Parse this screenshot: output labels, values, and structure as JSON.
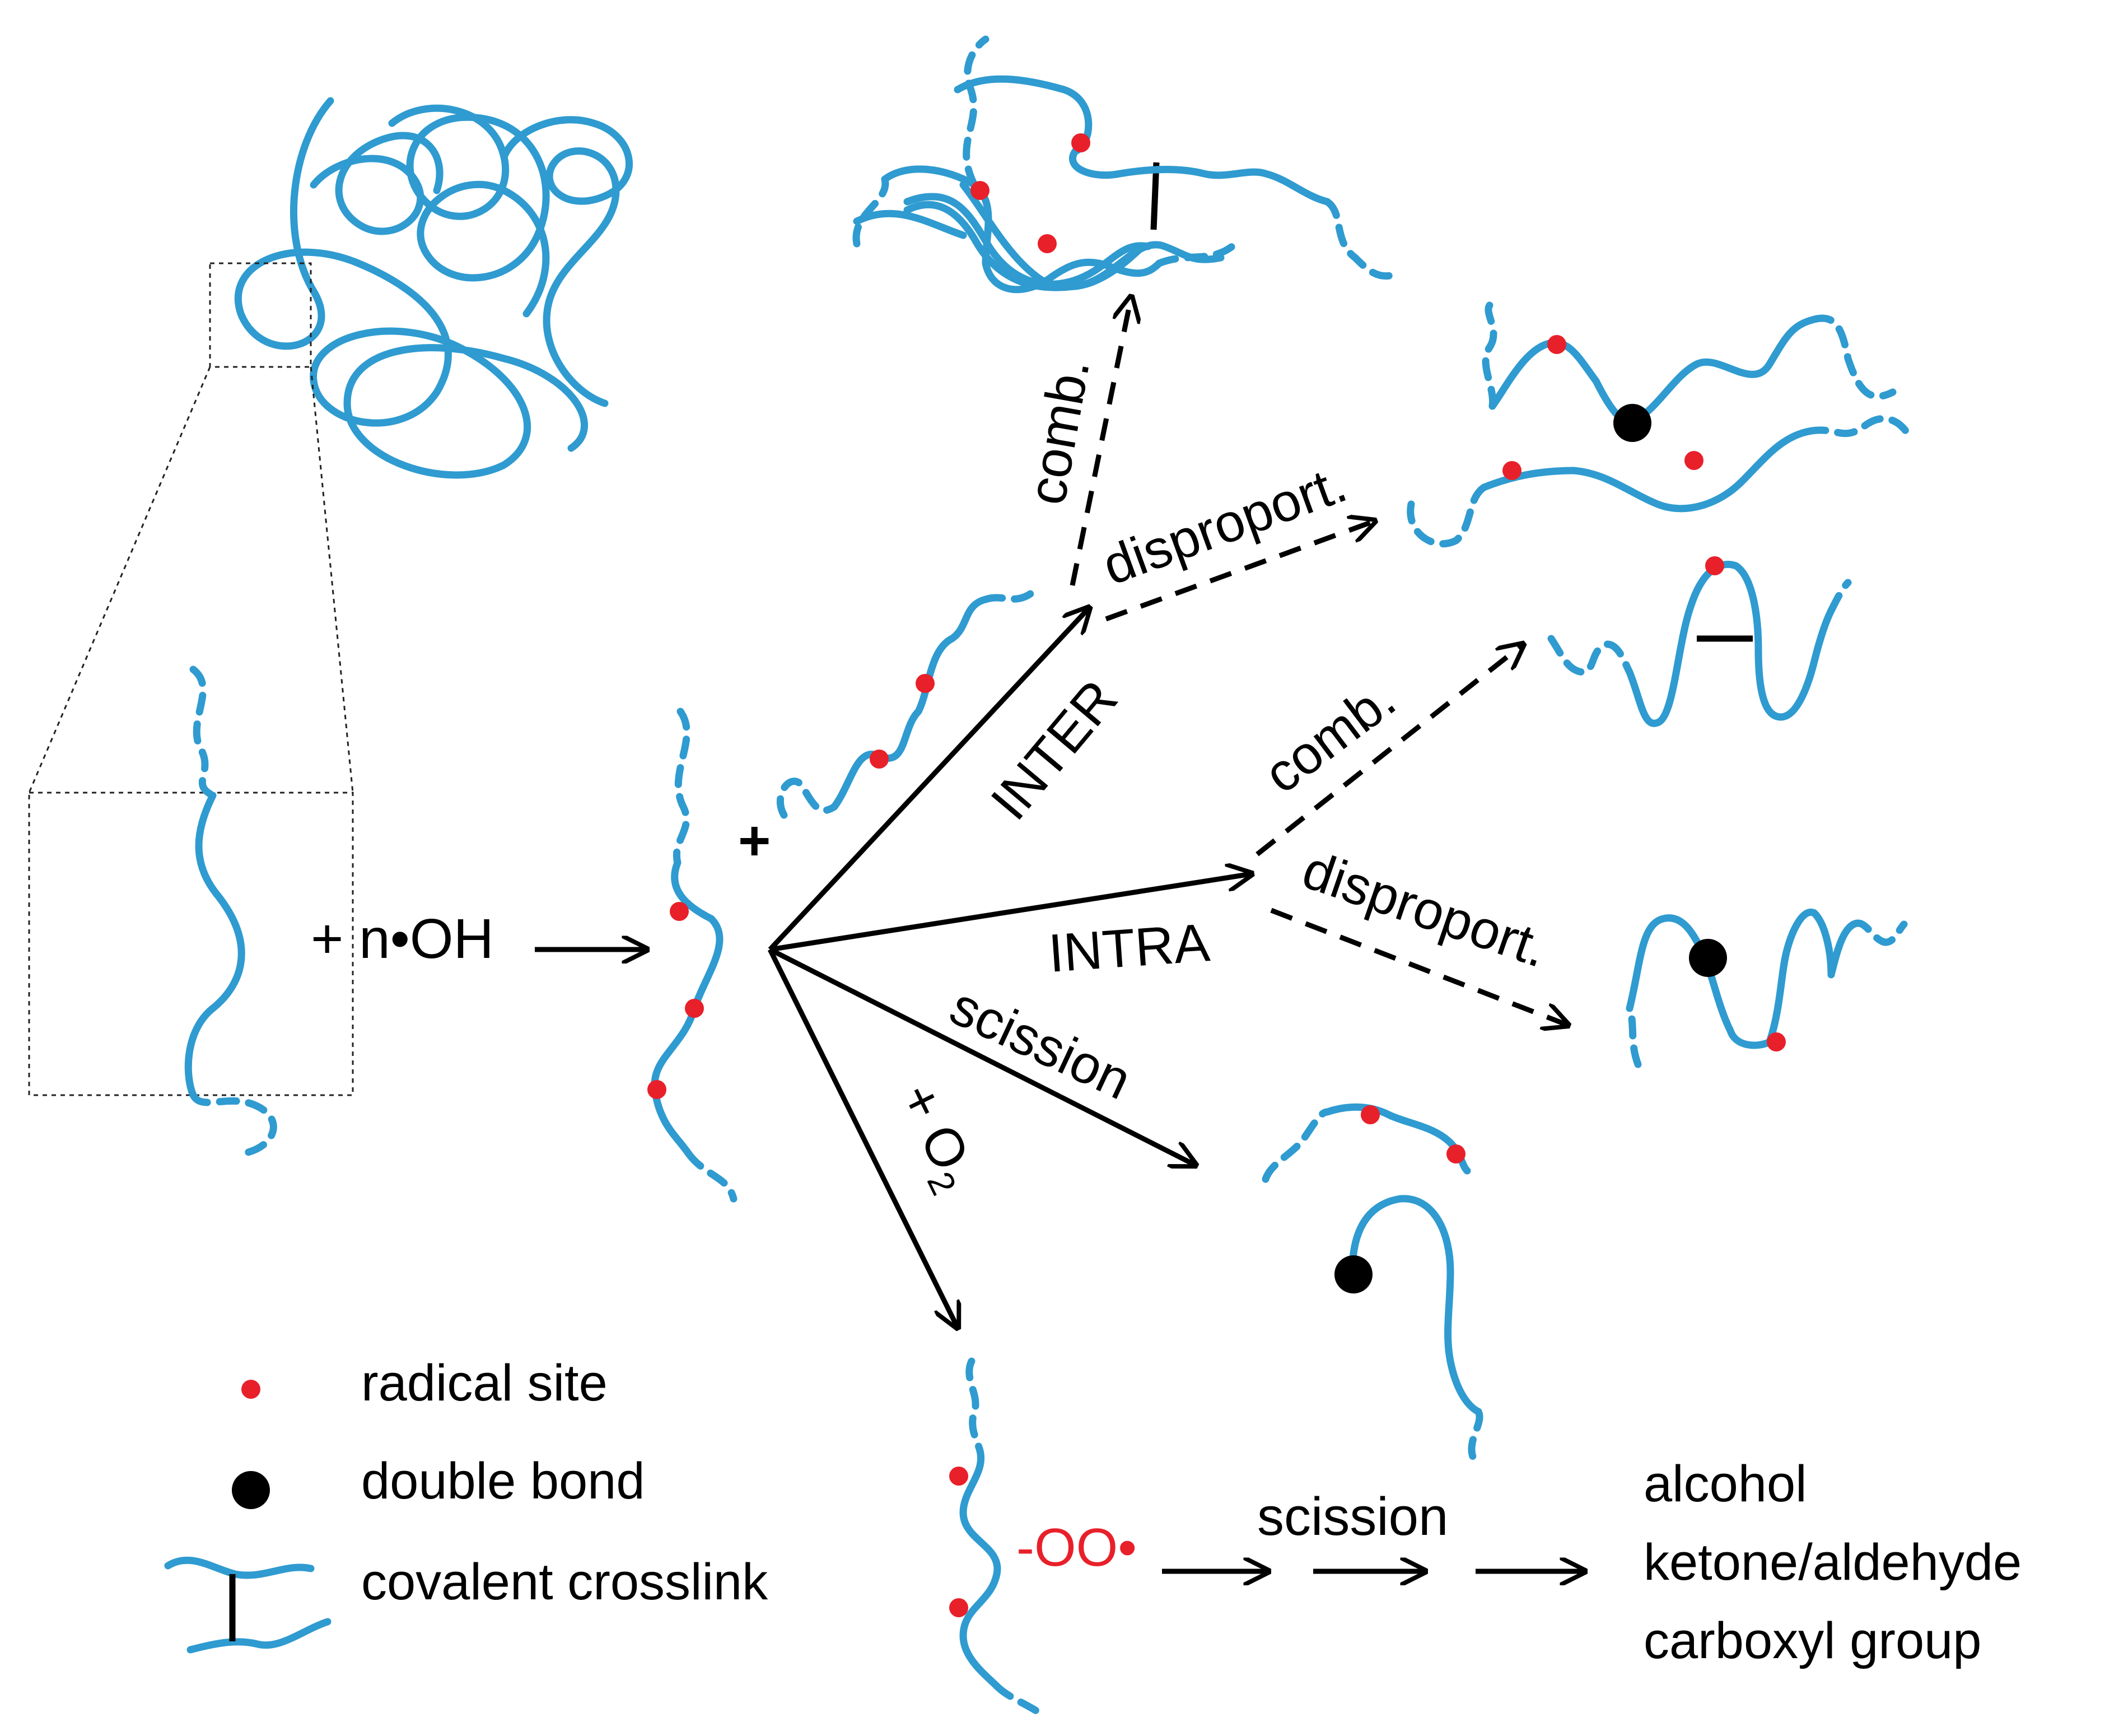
{
  "colors": {
    "chain": "#2f9bd0",
    "radical": "#e8202a",
    "double_bond": "#000000",
    "arrow": "#000000"
  },
  "labels": {
    "reagent": "+ n•OH",
    "plus": "+",
    "inter": "INTER",
    "intra": "INTRA",
    "comb_inter": "comb.",
    "disproport_inter": "disproport.",
    "comb_intra": "comb.",
    "disproport_intra": "disproport.",
    "scission": "scission",
    "oxygen": "+ O",
    "oxygen_sub": "2",
    "peroxy": "-OO•",
    "scission_bottom": "scission"
  },
  "legend": {
    "radical_site": "radical site",
    "double_bond": "double bond",
    "covalent_crosslink": "covalent crosslink"
  },
  "products": [
    "alcohol",
    "ketone/aldehyde",
    "carboxyl group"
  ]
}
